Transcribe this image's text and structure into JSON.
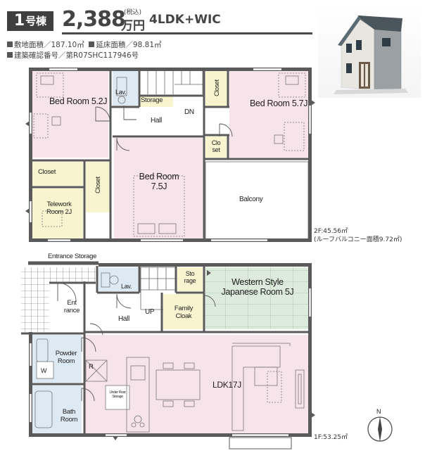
{
  "header": {
    "unit_number": "1",
    "unit_suffix": "号棟",
    "price": "2,388",
    "tax_note": "(税込)",
    "price_unit": "万円",
    "layout": "4LDK+WIC",
    "site_area": "敷地面積／187.10㎡",
    "floor_area": "延床面積／98.81㎡",
    "confirmation": "建築確認番号／第R07SHC117946号"
  },
  "colors": {
    "pink": "#f7e3ea",
    "green": "#dcebdc",
    "blue": "#dde9f3",
    "yellow": "#f8f4cf",
    "white": "#ffffff",
    "wall": "#5a5a5a",
    "hatch": "#666666"
  },
  "floor2": {
    "area": "2F:45.56㎡",
    "roof_balcony": "(ルーフバルコニー面積9.72㎡)",
    "rooms": {
      "bed_left": "Bed Room 5.2J",
      "lav": "Lav.",
      "storage": "Storage",
      "hall": "Hall",
      "dn": "DN",
      "closet_top": "Closet",
      "bed_right": "Bed Room 5.7J",
      "closet_small": "Clo set",
      "closet_left": "Closet",
      "closet_vertical": "Closet",
      "bed_center": "Bed Room 7.5J",
      "balcony": "Balcony",
      "telework": "Telework Room 2J"
    }
  },
  "floor1": {
    "area": "1F:53.25㎡",
    "rooms": {
      "entrance_storage": "Entrance Storage",
      "entrance": "Ent rance",
      "lav": "Lav.",
      "storage": "Sto rage",
      "western": "Western Style Japanese Room 5J",
      "hall": "Hall",
      "up": "UP",
      "family_cloak": "Family Cloak",
      "powder": "Powder Room",
      "washer": "W",
      "r_mark": "R",
      "under_floor": "Under Floor Storage",
      "ldk": "LDK17J",
      "bath": "Bath Room"
    }
  },
  "compass": "N"
}
